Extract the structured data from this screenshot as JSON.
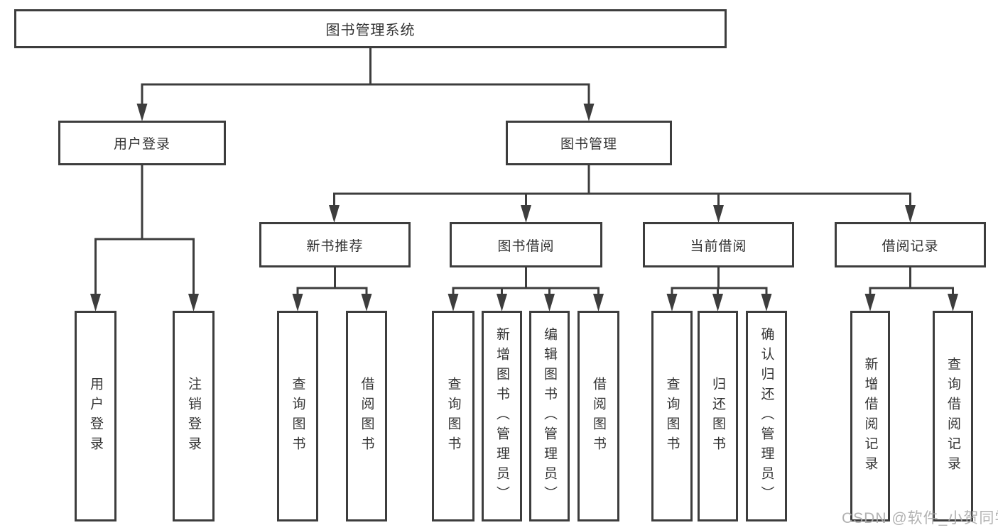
{
  "diagram": {
    "title": "图书管理系统",
    "branches": [
      {
        "label": "用户登录",
        "children": [
          {
            "label": "用户登录"
          },
          {
            "label": "注销登录"
          }
        ]
      },
      {
        "label": "图书管理",
        "children": [
          {
            "label": "新书推荐",
            "children": [
              {
                "label": "查询图书"
              },
              {
                "label": "借阅图书"
              }
            ]
          },
          {
            "label": "图书借阅",
            "children": [
              {
                "label": "查询图书"
              },
              {
                "label": "新增图书（管理员）"
              },
              {
                "label": "编辑图书（管理员）"
              },
              {
                "label": "借阅图书"
              }
            ]
          },
          {
            "label": "当前借阅",
            "children": [
              {
                "label": "查询图书"
              },
              {
                "label": "归还图书"
              },
              {
                "label": "确认归还（管理员）"
              }
            ]
          },
          {
            "label": "借阅记录",
            "children": [
              {
                "label": "新增借阅记录"
              },
              {
                "label": "查询借阅记录"
              }
            ]
          }
        ]
      }
    ]
  },
  "watermark": "CSDN @软件_小贺同学",
  "colors": {
    "line": "#3d3d3d",
    "text": "#333333",
    "watermark": "#ababab",
    "background": "#ffffff"
  }
}
